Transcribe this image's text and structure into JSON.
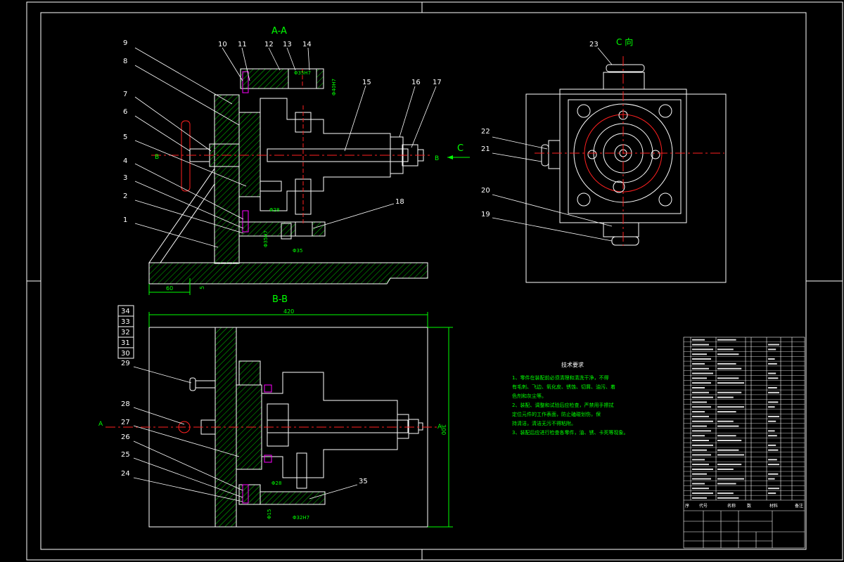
{
  "views": {
    "aa_title": "A-A",
    "bb_title": "B-B",
    "c_title": "C 向"
  },
  "section_marks": {
    "b_left": "B",
    "b_right": "B",
    "c_arrow": "C",
    "a_left": "A",
    "a_right": "A"
  },
  "dimensions": {
    "base_60": "60",
    "base_5": "5",
    "width_420": "420",
    "height_300": "300",
    "bore_a1": "Φ35H7",
    "bore_a2": "Φ40H7",
    "bore_a3": "Φ35",
    "bore_a4": "Φ28",
    "bore_a5": "Φ35H7",
    "bore_b1": "Φ15",
    "bore_b2": "Φ28",
    "bore_b3": "Φ32H7"
  },
  "part_numbers_top": [
    "9",
    "8",
    "7",
    "6",
    "5",
    "4",
    "3",
    "2",
    "1",
    "10",
    "11",
    "12",
    "13",
    "14",
    "15",
    "16",
    "17",
    "18",
    "19",
    "20",
    "21",
    "22",
    "23"
  ],
  "part_numbers_bottom": [
    "34",
    "33",
    "32",
    "31",
    "30",
    "29",
    "28",
    "27",
    "26",
    "25",
    "24",
    "35"
  ],
  "notes": {
    "heading": "技术要求",
    "lines": [
      "1、零件在装配前必须清理和清洗干净，不得",
      "有毛刺、飞边、氧化皮、锈蚀、切屑、油污、着",
      "色剂和灰尘等。",
      "2、装配、调整和试验后应检查，严禁用手擦拭",
      "定位元件的工作表面，防止磕碰划伤，保",
      "持清洁，清洁无污不得粘附。",
      "3、装配后应进行检查各零件，油、锈、卡死等现象。"
    ]
  },
  "bom": {
    "header": [
      "序",
      "代号",
      "名称",
      "数",
      "材料",
      "备注"
    ]
  },
  "colors": {
    "frame": "#ffffff",
    "geometry": "#ffffff",
    "hatch": "#00c800",
    "centerline": "#ff2020",
    "dimension": "#00ff00",
    "labels": "#ffffff",
    "title_green": "#00ff00",
    "highlight": "#ff00ff"
  }
}
